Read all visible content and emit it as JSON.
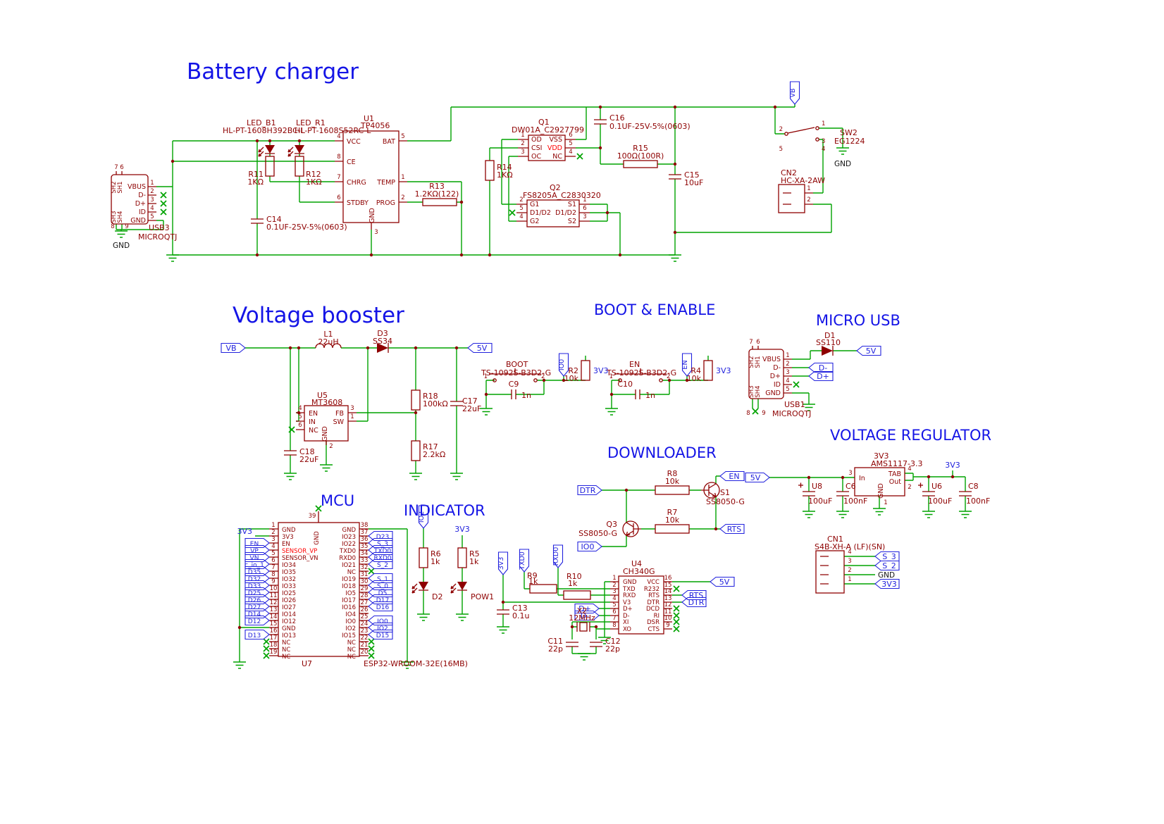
{
  "titles": {
    "battery": "Battery charger",
    "booster": "Voltage booster",
    "boot": "BOOT & ENABLE",
    "microusb": "MICRO USB",
    "vreg": "VOLTAGE REGULATOR",
    "downloader": "DOWNLOADER",
    "mcu": "MCU",
    "indicator": "INDICATOR"
  },
  "colors": {
    "wire": "#00A300",
    "symbol": "#8E0000",
    "label": "#2222DD",
    "highlight": "#FF0000"
  },
  "gnd": "GND",
  "battery": {
    "vb_flag": "VB",
    "usb3": {
      "ref": "USB3",
      "value": "MICROQTJ",
      "pins": [
        "VBUS",
        "D-",
        "D+",
        "ID",
        "GND"
      ],
      "nums": [
        "1",
        "2",
        "3",
        "4",
        "5"
      ],
      "shield": [
        "SH2",
        "SH1",
        "SH3",
        "SH4"
      ],
      "shield_nums": [
        "7",
        "6",
        "8",
        "9"
      ],
      "gnd": "GND"
    },
    "led_b1": {
      "ref": "LED_B1",
      "value": "HL-PT-1608H392BC-L"
    },
    "led_r1": {
      "ref": "LED_R1",
      "value": "HL-PT-1608S52RC-L"
    },
    "r11": {
      "ref": "R11",
      "value": "1KΩ"
    },
    "r12": {
      "ref": "R12",
      "value": "1KΩ"
    },
    "c14": {
      "ref": "C14",
      "value": "0.1UF-25V-5%(0603)"
    },
    "u1": {
      "ref": "U1",
      "value": "TP4056",
      "left": [
        "VCC",
        "CE",
        "CHRG",
        "STDBY"
      ],
      "left_nums": [
        "4",
        "8",
        "7",
        "6"
      ],
      "right": [
        "BAT",
        "TEMP",
        "PROG"
      ],
      "right_nums": [
        "5",
        "1",
        "2"
      ],
      "bottom": "GND",
      "bottom_num": "3"
    },
    "r13": {
      "ref": "R13",
      "value": "1.2KΩ(122)"
    },
    "q1": {
      "ref": "Q1",
      "value": "DW01A_C2927799",
      "left": [
        "OD",
        "CSI",
        "OC"
      ],
      "left_nums": [
        "1",
        "2",
        "3"
      ],
      "right": [
        "VSS",
        "VDD",
        "NC"
      ],
      "right_nums": [
        "6",
        "5",
        "4"
      ]
    },
    "r14": {
      "ref": "R14",
      "value": "1KΩ"
    },
    "q2": {
      "ref": "Q2",
      "value": "FS8205A_C2830320",
      "left": [
        "G1",
        "D1/D2",
        "G2"
      ],
      "left_nums": [
        "2",
        "5",
        "4"
      ],
      "right": [
        "S1",
        "D1/D2",
        "S2"
      ],
      "right_nums": [
        "1",
        "6",
        "3"
      ]
    },
    "c16": {
      "ref": "C16",
      "value": "0.1UF-25V-5%(0603)"
    },
    "r15": {
      "ref": "R15",
      "value": "100Ω(100R)"
    },
    "c15": {
      "ref": "C15",
      "value": "10uF"
    },
    "sw2": {
      "ref": "SW2",
      "value": "EG1224",
      "nums": [
        "1",
        "2",
        "3",
        "4",
        "5"
      ],
      "gnd": "GND"
    },
    "cn2": {
      "ref": "CN2",
      "value": "HC-XA-2AW",
      "nums": [
        "1",
        "2"
      ]
    }
  },
  "booster": {
    "vb_flag": "VB",
    "v5_flag": "5V",
    "l1": {
      "ref": "L1",
      "value": "22uH"
    },
    "d3": {
      "ref": "D3",
      "value": "SS34"
    },
    "u5": {
      "ref": "U5",
      "value": "MT3608",
      "left": [
        "EN",
        "IN",
        "NC"
      ],
      "left_nums": [
        "4",
        "5",
        "6"
      ],
      "right": [
        "FB",
        "SW"
      ],
      "right_nums": [
        "3",
        "1"
      ],
      "bottom": "GND",
      "bottom_num": "2"
    },
    "r18": {
      "ref": "R18",
      "value": "100kΩ"
    },
    "r17": {
      "ref": "R17",
      "value": "2.2kΩ"
    },
    "c18": {
      "ref": "C18",
      "value": "22uF"
    },
    "c17": {
      "ref": "C17",
      "value": "22uF"
    }
  },
  "boot": {
    "sw_boot": {
      "ref": "BOOT",
      "value": "TS-1092S-B3D2-G",
      "nums": [
        "1",
        "2"
      ]
    },
    "c9": {
      "ref": "C9",
      "value": "1n"
    },
    "io0_flag": "IO0",
    "r2": {
      "ref": "R2",
      "value": "10k",
      "pwr": "3V3"
    },
    "sw_en": {
      "ref": "EN",
      "value": "TS-1092S-B3D2-G",
      "nums": [
        "1",
        "2"
      ]
    },
    "c10": {
      "ref": "C10",
      "value": "1n"
    },
    "en_flag": "EN",
    "r4": {
      "ref": "R4",
      "value": "10k",
      "pwr": "3V3"
    }
  },
  "microusb": {
    "usb1": {
      "ref": "USB1",
      "value": "MICROQTJ",
      "pins": [
        "VBUS",
        "D-",
        "D+",
        "ID",
        "GND"
      ],
      "nums": [
        "1",
        "2",
        "3",
        "4",
        "5"
      ],
      "shield": [
        "SH2",
        "SH1",
        "SH3",
        "SH4"
      ],
      "shield_nums": [
        "7",
        "6",
        "8",
        "9"
      ]
    },
    "d1": {
      "ref": "D1",
      "value": "SS110"
    },
    "v5_flag": "5V",
    "dm_flag": "D-",
    "dp_flag": "D+"
  },
  "vreg": {
    "u": {
      "ref": "3V3",
      "value": "AMS1117-3.3",
      "pin_in": "In",
      "num_in": "3",
      "pin_tab": "TAB",
      "num_tab": "4",
      "pin_out": "Out",
      "num_out": "2",
      "pin_gnd": "GND",
      "num_gnd": "1"
    },
    "v5_flag": "5V",
    "v33_flag": "3V3",
    "u8": {
      "ref": "U8",
      "value": "100uF"
    },
    "c6": {
      "ref": "C6",
      "value": "100nF"
    },
    "u6": {
      "ref": "U6",
      "value": "100uF"
    },
    "c8": {
      "ref": "C8",
      "value": "100nF"
    }
  },
  "cn1": {
    "ref": "CN1",
    "value": "S4B-XH-A (LF)(SN)",
    "nums": [
      "4",
      "3",
      "2",
      "1"
    ],
    "labels": [
      "S_3",
      "S_2",
      "GND",
      "3V3"
    ]
  },
  "downloader": {
    "dtr_flag": "DTR",
    "rts_flag": "RTS",
    "en_flag": "EN",
    "io0_flag": "IO0",
    "r8": {
      "ref": "R8",
      "value": "10k"
    },
    "r7": {
      "ref": "R7",
      "value": "10k"
    },
    "s1": {
      "ref": "S1",
      "value": "SS8050-G"
    },
    "q3": {
      "ref": "Q3",
      "value": "SS8050-G"
    }
  },
  "mcu": {
    "u7": {
      "ref": "U7",
      "value": "ESP32-WROOM-32E(16MB)"
    },
    "top_num": "39",
    "top_pin": "GND",
    "v33_flag": "3V3",
    "left_nums": [
      "1",
      "2",
      "3",
      "4",
      "5",
      "6",
      "7",
      "8",
      "9",
      "10",
      "11",
      "12",
      "13",
      "14",
      "15",
      "16",
      "17",
      "18",
      "19"
    ],
    "left_pins": [
      "GND",
      "3V3",
      "EN",
      "SENSOR_VP",
      "SENSOR_VN",
      "IO34",
      "IO35",
      "IO32",
      "IO33",
      "IO25",
      "IO26",
      "IO27",
      "IO14",
      "IO12",
      "GND",
      "IO13",
      "NC",
      "NC",
      "NC"
    ],
    "right_nums": [
      "38",
      "37",
      "36",
      "35",
      "34",
      "33",
      "32",
      "31",
      "30",
      "29",
      "28",
      "27",
      "26",
      "25",
      "24",
      "23",
      "22",
      "21",
      "20"
    ],
    "right_pins": [
      "GND",
      "IO23",
      "IO22",
      "TXD0",
      "RXD0",
      "IO21",
      "NC",
      "IO19",
      "IO18",
      "IO5",
      "IO17",
      "IO16",
      "IO4",
      "IO0",
      "IO2",
      "IO15",
      "NC",
      "NC",
      "NC"
    ],
    "left_flags": [
      "EN",
      "VP",
      "VN",
      "c_io_1",
      "D35",
      "D32",
      "D33",
      "D25",
      "D26",
      "D27",
      "D14",
      "D12",
      "D13"
    ],
    "right_flags": [
      "D23",
      "S_3",
      "TXD0",
      "RXD0",
      "S_2",
      "S_1",
      "S_0",
      "D5",
      "D17",
      "D16",
      "IO0",
      "IO2",
      "D15"
    ]
  },
  "indicator": {
    "io2_flag": "IO2",
    "v33_flag": "3V3",
    "r6": {
      "ref": "R6",
      "value": "1k"
    },
    "r5": {
      "ref": "R5",
      "value": "1k"
    },
    "d2_ref": "D2",
    "pow1_ref": "POW1"
  },
  "ch340": {
    "u4": {
      "ref": "U4",
      "value": "CH340G",
      "left": [
        "GND",
        "TXD",
        "RXD",
        "V3",
        "D+",
        "D-",
        "XI",
        "XO"
      ],
      "left_nums": [
        "1",
        "2",
        "3",
        "4",
        "5",
        "6",
        "7",
        "8"
      ],
      "right": [
        "VCC",
        "R232",
        "RTS",
        "DTR",
        "DCD",
        "RI",
        "DSR",
        "CTS"
      ],
      "right_nums": [
        "16",
        "15",
        "14",
        "13",
        "12",
        "11",
        "10",
        "9"
      ]
    },
    "r9": {
      "ref": "R9",
      "value": "1k"
    },
    "r10": {
      "ref": "R10",
      "value": "1k"
    },
    "c13": {
      "ref": "C13",
      "value": "0.1u"
    },
    "x2": {
      "ref": "X2",
      "value": "12MHz"
    },
    "c11": {
      "ref": "C11",
      "value": "22p"
    },
    "c12": {
      "ref": "C12",
      "value": "22p"
    },
    "txd0_flag": "TXD0",
    "rxd0_flag": "RXD0",
    "v33_flag": "3V3",
    "v5_flag": "5V",
    "rts_flag": "RTS",
    "dtr_flag": "DTR",
    "dp_flag": "D+",
    "dm_flag": "D-"
  }
}
